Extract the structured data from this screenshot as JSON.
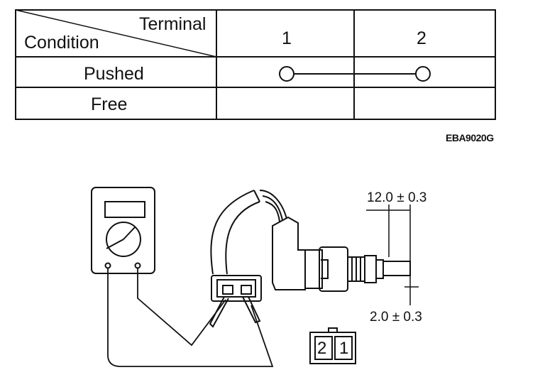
{
  "table": {
    "header_terminal": "Terminal",
    "header_condition": "Condition",
    "columns": [
      "1",
      "2"
    ],
    "rows": [
      {
        "condition": "Pushed",
        "continuity": true
      },
      {
        "condition": "Free",
        "continuity": false
      }
    ]
  },
  "figure_code": "EBA9020G",
  "diagram": {
    "dimension_top": "12.0 ± 0.3",
    "dimension_bottom": "2.0 ± 0.3",
    "connector_pins": [
      "2",
      "1"
    ]
  }
}
